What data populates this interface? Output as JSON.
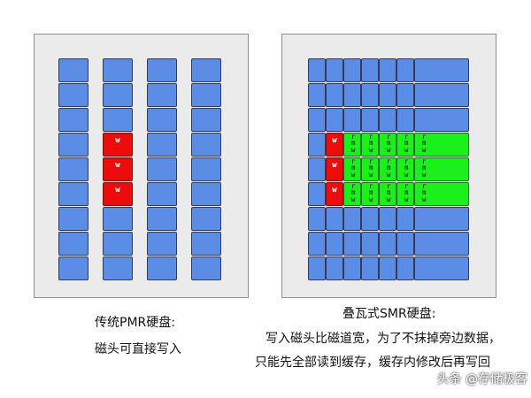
{
  "left_panel": {
    "caption_title": "传统PMR硬盘:",
    "caption_desc": "磁头可直接写入",
    "write_label": "w"
  },
  "right_panel": {
    "caption_title": "叠瓦式SMR硬盘:",
    "caption_line1": "写入磁头比磁道宽，为了不抹掉旁边数据，",
    "caption_line2": "只能先全部读到缓存，缓存内修改后再写回",
    "write_label": "w",
    "overlap_labels": {
      "r": "r",
      "m": "m",
      "w": "w"
    }
  },
  "watermark": "头条 @存储极客",
  "colors": {
    "normal_track": "#5b8ce6",
    "write_head": "#ee0b0b",
    "overlapped_track": "#1cf01c",
    "panel_bg": "#ebebeb"
  }
}
